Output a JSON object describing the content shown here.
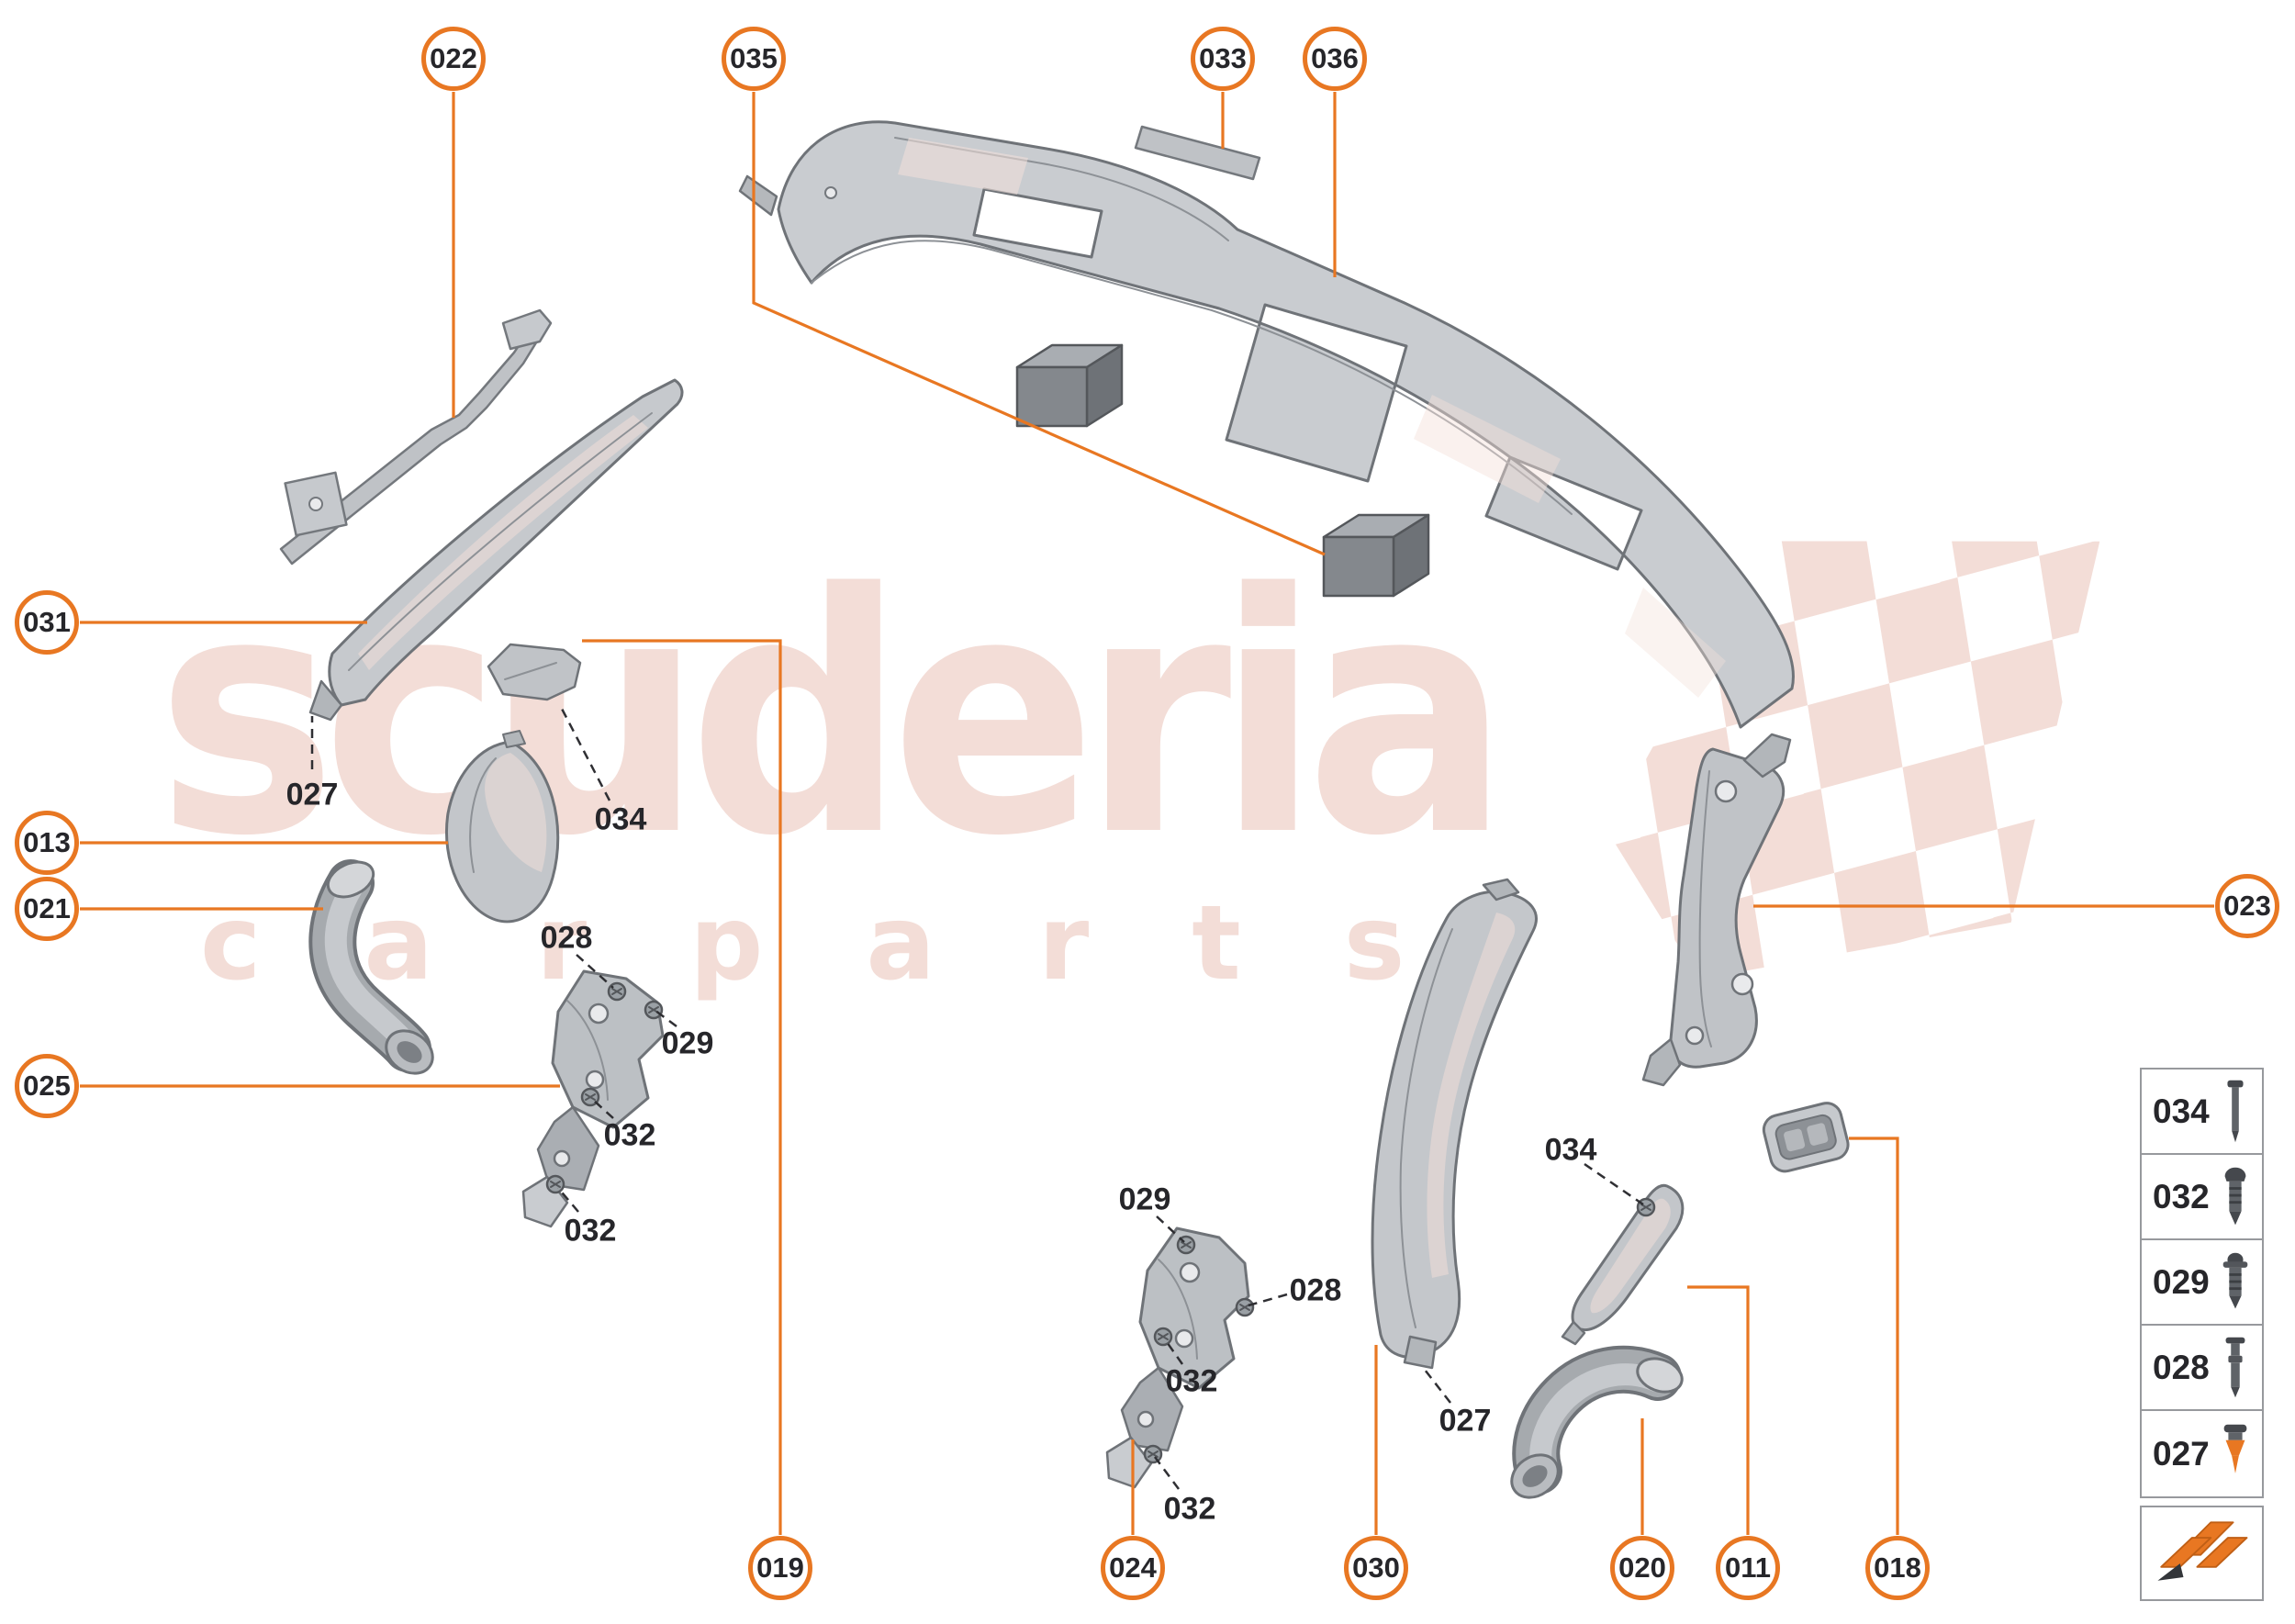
{
  "watermark": {
    "title": "scuderia",
    "subtitle": "carparts"
  },
  "callouts": {
    "circled": [
      {
        "label": "022"
      },
      {
        "label": "035"
      },
      {
        "label": "033"
      },
      {
        "label": "036"
      },
      {
        "label": "031"
      },
      {
        "label": "013"
      },
      {
        "label": "021"
      },
      {
        "label": "025"
      },
      {
        "label": "023"
      },
      {
        "label": "019"
      },
      {
        "label": "024"
      },
      {
        "label": "030"
      },
      {
        "label": "020"
      },
      {
        "label": "011"
      },
      {
        "label": "018"
      }
    ],
    "plain": [
      {
        "label": "027"
      },
      {
        "label": "034"
      },
      {
        "label": "028"
      },
      {
        "label": "029"
      },
      {
        "label": "032"
      },
      {
        "label": "032"
      },
      {
        "label": "034"
      },
      {
        "label": "029"
      },
      {
        "label": "028"
      },
      {
        "label": "032"
      },
      {
        "label": "027"
      },
      {
        "label": "032"
      }
    ]
  },
  "legend": {
    "rows": [
      {
        "label": "034",
        "icon": "long-screw-icon"
      },
      {
        "label": "032",
        "icon": "pan-screw-icon"
      },
      {
        "label": "029",
        "icon": "washer-screw-icon"
      },
      {
        "label": "028",
        "icon": "rivet-pin-icon"
      },
      {
        "label": "027",
        "icon": "trim-clip-icon"
      }
    ],
    "direction_icon": "triple-arrow-icon"
  },
  "colors": {
    "accent": "#e87722",
    "watermark_pink": "#f3ddd7",
    "part_fill": "#c6c9cd",
    "part_outline": "#6f7378",
    "label_text": "#26262a"
  }
}
